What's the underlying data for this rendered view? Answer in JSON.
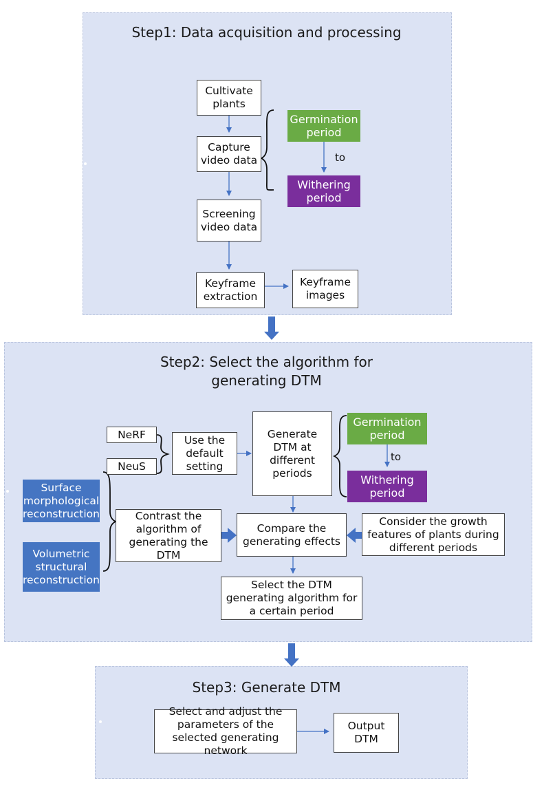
{
  "step1": {
    "title": "Step1: Data acquisition and processing",
    "cultivate": "Cultivate plants",
    "capture": "Capture video data",
    "germination": "Germination period",
    "to": "to",
    "withering": "Withering period",
    "screening": "Screening video data",
    "keyframe_extraction": "Keyframe extraction",
    "keyframe_images": "Keyframe images"
  },
  "step2": {
    "title_line1": "Step2: Select the algorithm for",
    "title_line2": "generating  DTM",
    "nerf": "NeRF",
    "neus": "NeuS",
    "default_setting": "Use the default setting",
    "generate": "Generate DTM at different periods",
    "germination": "Germination period",
    "to": "to",
    "withering": "Withering period",
    "surface": "Surface morphological reconstruction",
    "volumetric": "Volumetric structural reconstruction",
    "contrast": "Contrast the algorithm  of generating the DTM",
    "compare": "Compare the generating effects",
    "consider": "Consider the growth features of plants during different periods",
    "select_algorithm": "Select the DTM generating algorithm for a certain period"
  },
  "step3": {
    "title": "Step3: Generate  DTM",
    "select_adjust": "Select and adjust the parameters of the selected generating network",
    "output": "Output DTM"
  },
  "colors": {
    "panel": "#dce3f4",
    "arrow": "#4472c4",
    "green": "#6aab45",
    "purple": "#7a2e9c",
    "blue": "#4575c2"
  }
}
